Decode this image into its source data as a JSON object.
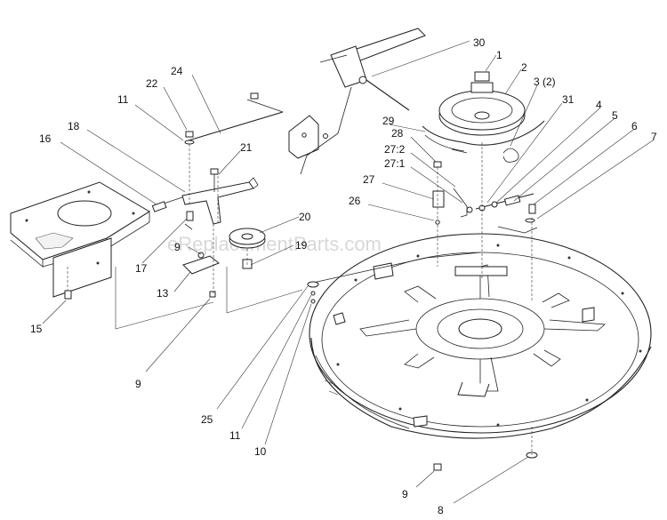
{
  "watermark": "eReplacementParts.com",
  "labels": {
    "l30": "30",
    "l1": "1",
    "l2": "2",
    "l3": "3 (2)",
    "l31": "31",
    "l4": "4",
    "l5": "5",
    "l6": "6",
    "l7": "7",
    "l24": "24",
    "l22": "22",
    "l11a": "11",
    "l16": "16",
    "l18": "18",
    "l21": "21",
    "l29": "29",
    "l28": "28",
    "l27_2": "27:2",
    "l27_1": "27:1",
    "l27": "27",
    "l26": "26",
    "l20": "20",
    "l19": "19",
    "l9a": "9",
    "l17": "17",
    "l13": "13",
    "l15": "15",
    "l9b": "9",
    "l25": "25",
    "l11b": "11",
    "l10": "10",
    "l9c": "9",
    "l8": "8"
  }
}
